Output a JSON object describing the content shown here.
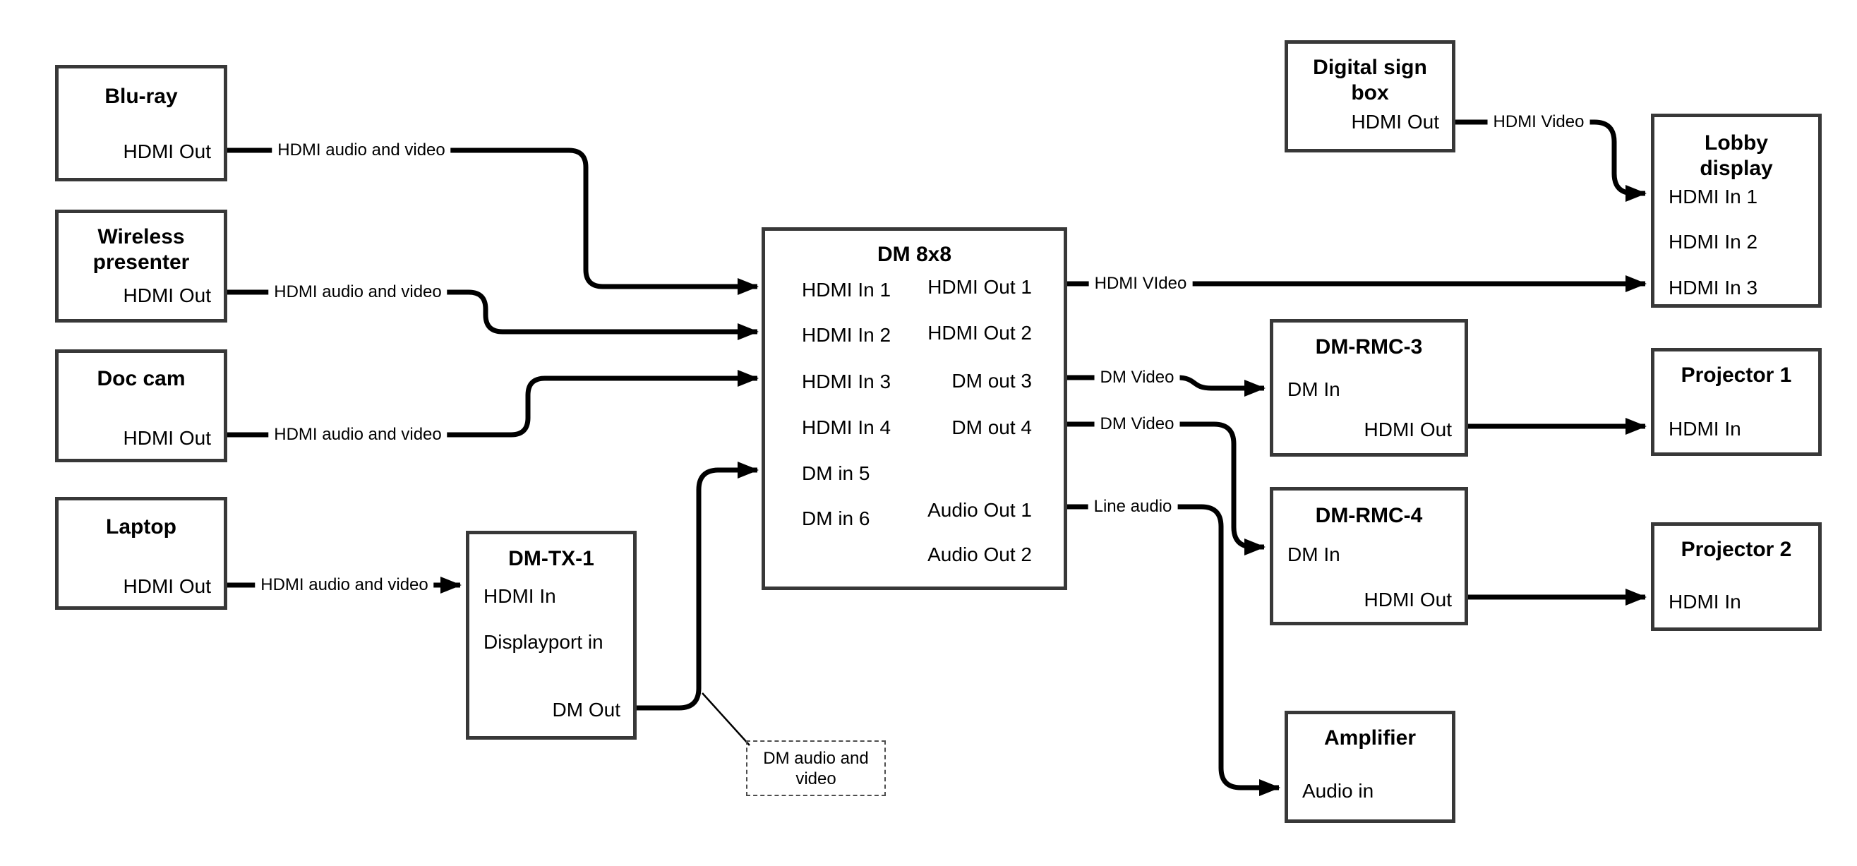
{
  "diagram": {
    "colors": {
      "background": "#ffffff",
      "wire": "#000000",
      "box_border": "#383838",
      "text": "#000000",
      "callout_border": "#4d4d4d"
    },
    "nodes": {
      "blu_ray": {
        "title": "Blu-ray",
        "ports": [
          "HDMI Out"
        ]
      },
      "wireless": {
        "title": "Wireless presenter",
        "ports": [
          "HDMI Out"
        ]
      },
      "doc_cam": {
        "title": "Doc cam",
        "ports": [
          "HDMI Out"
        ]
      },
      "laptop": {
        "title": "Laptop",
        "ports": [
          "HDMI Out"
        ]
      },
      "dm_tx_1": {
        "title": "DM-TX-1",
        "ports": [
          "HDMI In",
          "Displayport in",
          "DM Out"
        ]
      },
      "dm_8x8": {
        "title": "DM 8x8",
        "inputs": [
          "HDMI In 1",
          "HDMI In 2",
          "HDMI In 3",
          "HDMI In 4",
          "DM in 5",
          "DM in 6"
        ],
        "outputs": [
          "HDMI Out 1",
          "HDMI Out 2",
          "DM out 3",
          "DM out 4",
          "Audio Out 1",
          "Audio Out 2"
        ]
      },
      "digital_sign_box": {
        "title": "Digital sign box",
        "ports": [
          "HDMI Out"
        ]
      },
      "lobby_display": {
        "title": "Lobby display",
        "ports": [
          "HDMI In 1",
          "HDMI In 2",
          "HDMI In 3"
        ]
      },
      "dm_rmc_3": {
        "title": "DM-RMC-3",
        "ports": [
          "DM In",
          "HDMI Out"
        ]
      },
      "projector_1": {
        "title": "Projector 1",
        "ports": [
          "HDMI In"
        ]
      },
      "dm_rmc_4": {
        "title": "DM-RMC-4",
        "ports": [
          "DM In",
          "HDMI Out"
        ]
      },
      "projector_2": {
        "title": "Projector 2",
        "ports": [
          "HDMI In"
        ]
      },
      "amplifier": {
        "title": "Amplifier",
        "ports": [
          "Audio in"
        ]
      }
    },
    "edges": {
      "blu_ray_to_dm8x8": "HDMI audio and video",
      "wireless_to_dm8x8": "HDMI audio and video",
      "doc_cam_to_dm8x8": "HDMI audio and video",
      "laptop_to_dm_tx1": "HDMI audio and video",
      "dm8x8_to_lobby": "HDMI VIdeo",
      "dm8x8_to_rmc3": "DM Video",
      "dm8x8_to_rmc4": "DM Video",
      "dm8x8_to_amplifier": "Line audio",
      "sign_to_lobby": "HDMI Video"
    },
    "callout": {
      "text": "DM audio and video"
    }
  }
}
